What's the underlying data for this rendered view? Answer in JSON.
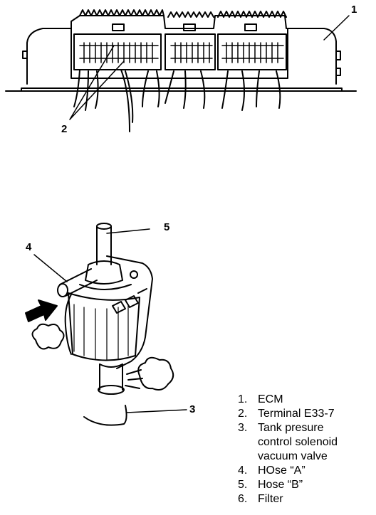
{
  "callouts": [
    "1",
    "2",
    "3",
    "4",
    "5"
  ],
  "legend": [
    {
      "num": "1.",
      "text": "ECM"
    },
    {
      "num": "2.",
      "text": "Terminal E33-7"
    },
    {
      "num": "3.",
      "text": "Tank presure\ncontrol solenoid\nvacuum valve"
    },
    {
      "num": "4.",
      "text": "HOse “A”"
    },
    {
      "num": "5.",
      "text": "Hose “B”"
    },
    {
      "num": "6.",
      "text": "Filter"
    }
  ]
}
